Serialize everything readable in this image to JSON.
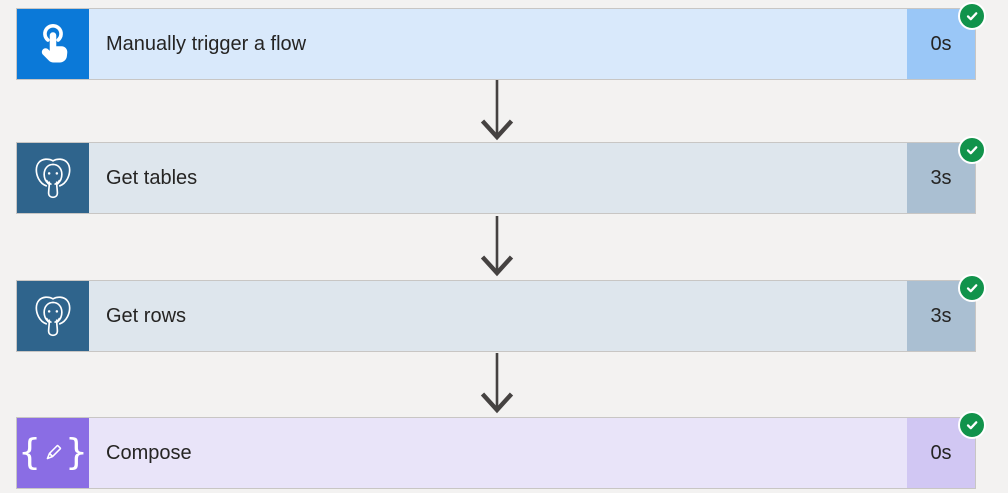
{
  "page": {
    "background": "#f3f2f1"
  },
  "flow": {
    "connector_arrow_color": "#454241",
    "status_badge": {
      "icon": "checkmark-icon",
      "status": "succeeded",
      "color": "#11934b"
    },
    "steps": [
      {
        "label": "Manually trigger a flow",
        "duration": "0s",
        "status": "succeeded",
        "icon": "manual-trigger-touch-icon",
        "colors": {
          "icon_bg": "#0b79d8",
          "bar_bg": "#d9e9fb",
          "duration_bg": "#9ac7f7"
        }
      },
      {
        "label": "Get tables",
        "duration": "3s",
        "status": "succeeded",
        "icon": "postgresql-icon",
        "colors": {
          "icon_bg": "#2f648c",
          "bar_bg": "#dee6ed",
          "duration_bg": "#aabfd2"
        }
      },
      {
        "label": "Get rows",
        "duration": "3s",
        "status": "succeeded",
        "icon": "postgresql-icon",
        "colors": {
          "icon_bg": "#2f648c",
          "bar_bg": "#dee6ed",
          "duration_bg": "#aabfd2"
        }
      },
      {
        "label": "Compose",
        "duration": "0s",
        "status": "succeeded",
        "icon": "compose-braces-pencil-icon",
        "colors": {
          "icon_bg": "#8a6de4",
          "bar_bg": "#e9e4f9",
          "duration_bg": "#d1c7f3"
        }
      }
    ]
  }
}
